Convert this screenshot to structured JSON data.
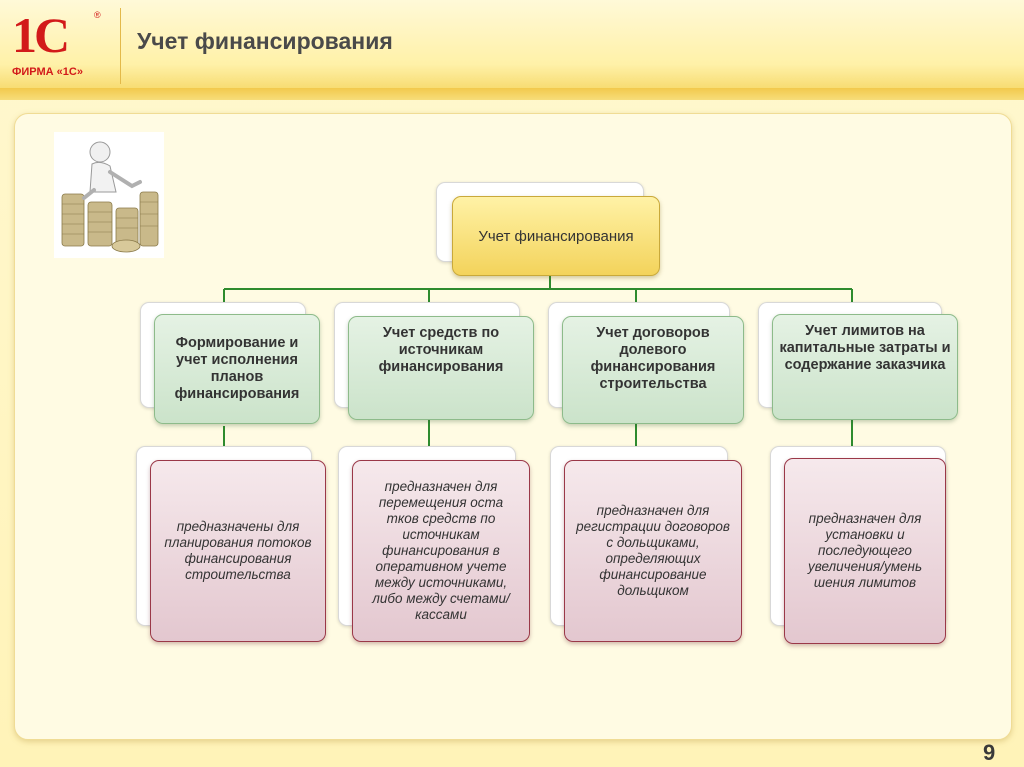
{
  "logo": {
    "mark": "1С",
    "reg": "®",
    "caption": "ФИРМА «1С»"
  },
  "header": {
    "title": "Учет финансирования"
  },
  "diagram": {
    "root": "Учет финансирования",
    "branches": [
      {
        "title": "Формирование и учет исполнения планов финансирования",
        "description": "предназначены для планирования потоков финансирования строительства"
      },
      {
        "title": "Учет средств по источникам финансирования",
        "description": "предназначен для перемещения оста тков средств по источникам финансирования в оперативном учете между источниками, либо между счетами/кассами"
      },
      {
        "title": "Учет договоров долевого финансирования строительства",
        "description": "предназначен для регистрации договоров с дольщиками, определяющих финансирование дольщиком"
      },
      {
        "title": "Учет лимитов на капитальные затраты и содержание заказчика",
        "description": "предназначен для установки и последующего увеличения/умень шения лимитов"
      }
    ]
  },
  "footer": {
    "page_number": "9"
  },
  "colors": {
    "accent": "#f3d35b",
    "logo_red": "#d21a1a",
    "connector": "#2e8b2e",
    "desc_border": "#9a3848"
  }
}
